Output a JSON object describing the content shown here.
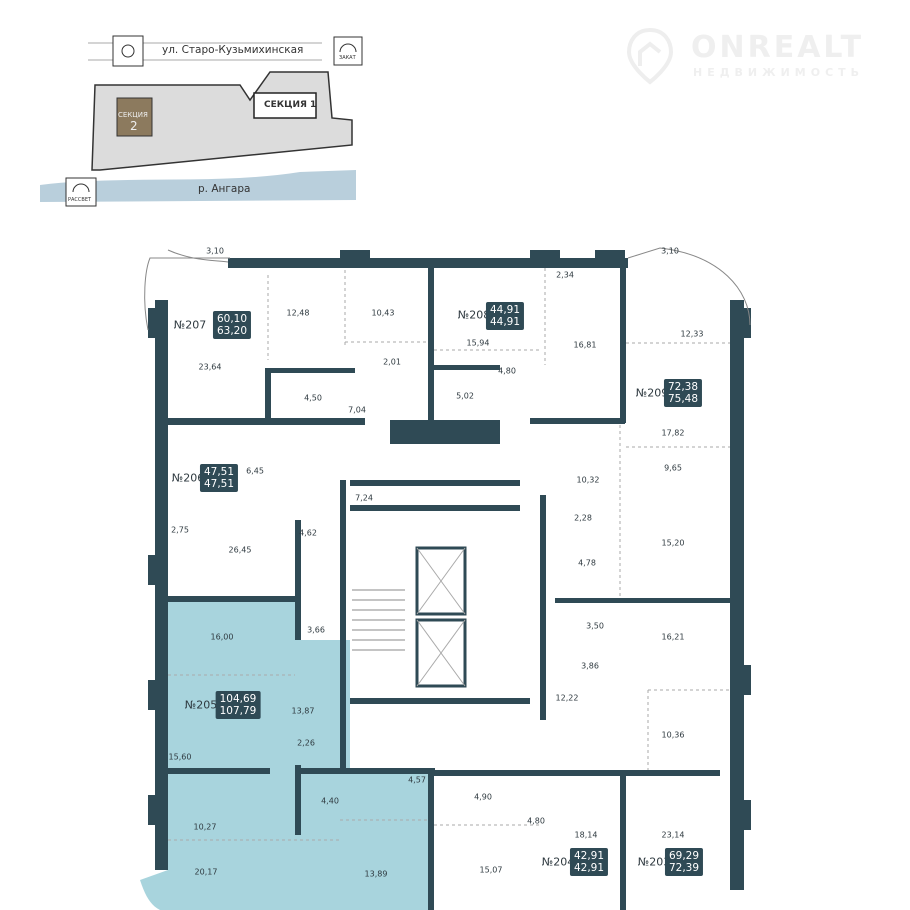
{
  "watermark": {
    "brand": "ONREALT",
    "subtitle": "НЕДВИЖИМОСТЬ"
  },
  "site_map": {
    "street": "ул. Старо-Кузьмихинская",
    "river": "р. Ангара",
    "sunset_label": "ЗАКАТ",
    "sunrise_label": "РАССВЕТ",
    "section1": "СЕКЦИЯ 1",
    "section2_label": "СЕКЦИЯ",
    "section2_number": "2",
    "colors": {
      "section2": "#8c7a5e",
      "river": "#b9cfdc",
      "site": "#dcdcdc"
    }
  },
  "colors": {
    "wall": "#2f4a55",
    "highlight": "#a8d4dd",
    "badge": "#2f4a55"
  },
  "apartments": [
    {
      "number": "№207",
      "living": "60,10",
      "total": "63,20"
    },
    {
      "number": "№208",
      "living": "44,91",
      "total": "44,91"
    },
    {
      "number": "№209",
      "living": "72,38",
      "total": "75,48"
    },
    {
      "number": "№206",
      "living": "47,51",
      "total": "47,51"
    },
    {
      "number": "№205",
      "living": "104,69",
      "total": "107,79"
    },
    {
      "number": "№204",
      "living": "42,91",
      "total": "42,91"
    },
    {
      "number": "№203",
      "living": "69,29",
      "total": "72,39"
    }
  ],
  "rooms": [
    "3,10",
    "12,48",
    "10,43",
    "23,64",
    "2,01",
    "4,50",
    "7,04",
    "15,94",
    "4,80",
    "5,02",
    "2,34",
    "3,10",
    "12,33",
    "16,81",
    "17,82",
    "9,65",
    "10,32",
    "6,45",
    "7,24",
    "4,62",
    "2,75",
    "26,45",
    "2,28",
    "4,78",
    "15,20",
    "3,50",
    "16,21",
    "3,86",
    "12,22",
    "10,36",
    "16,00",
    "13,87",
    "3,66",
    "2,26",
    "15,60",
    "4,40",
    "4,57",
    "10,27",
    "20,17",
    "13,89",
    "4,90",
    "4,80",
    "15,07",
    "18,14",
    "23,14"
  ]
}
